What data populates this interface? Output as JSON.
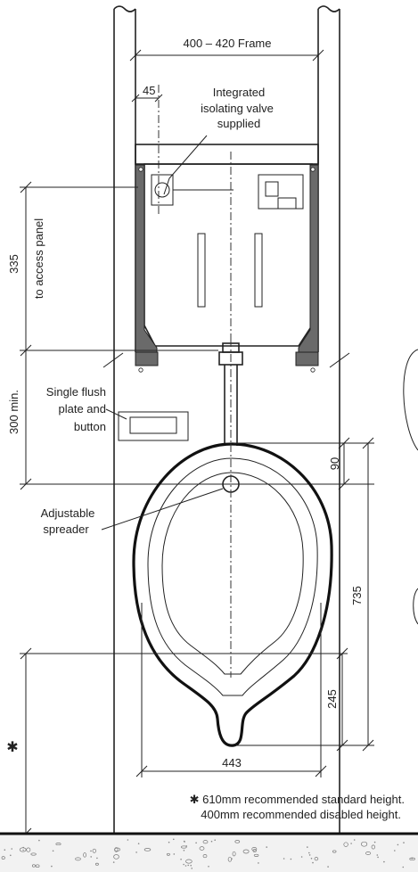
{
  "labels": {
    "frame_width": "400 – 420 Frame",
    "offset_45": "45",
    "valve_line1": "Integrated",
    "valve_line2": "isolating valve",
    "valve_line3": "supplied",
    "dim_335": "335",
    "access_panel": "to access panel",
    "dim_300": "300 min.",
    "flush_line1": "Single flush",
    "flush_line2": "plate and",
    "flush_line3": "button",
    "dim_90": "90",
    "spreader_line1": "Adjustable",
    "spreader_line2": "spreader",
    "dim_735": "735",
    "dim_245": "245",
    "dim_443": "443",
    "asterisk": "✱",
    "note_line1": "✱ 610mm recommended standard height.",
    "note_line2": "400mm recommended disabled height."
  },
  "colors": {
    "line": "#222222",
    "panel_grey": "#6a6a6a",
    "floor_fill": "#f2f2f2"
  }
}
